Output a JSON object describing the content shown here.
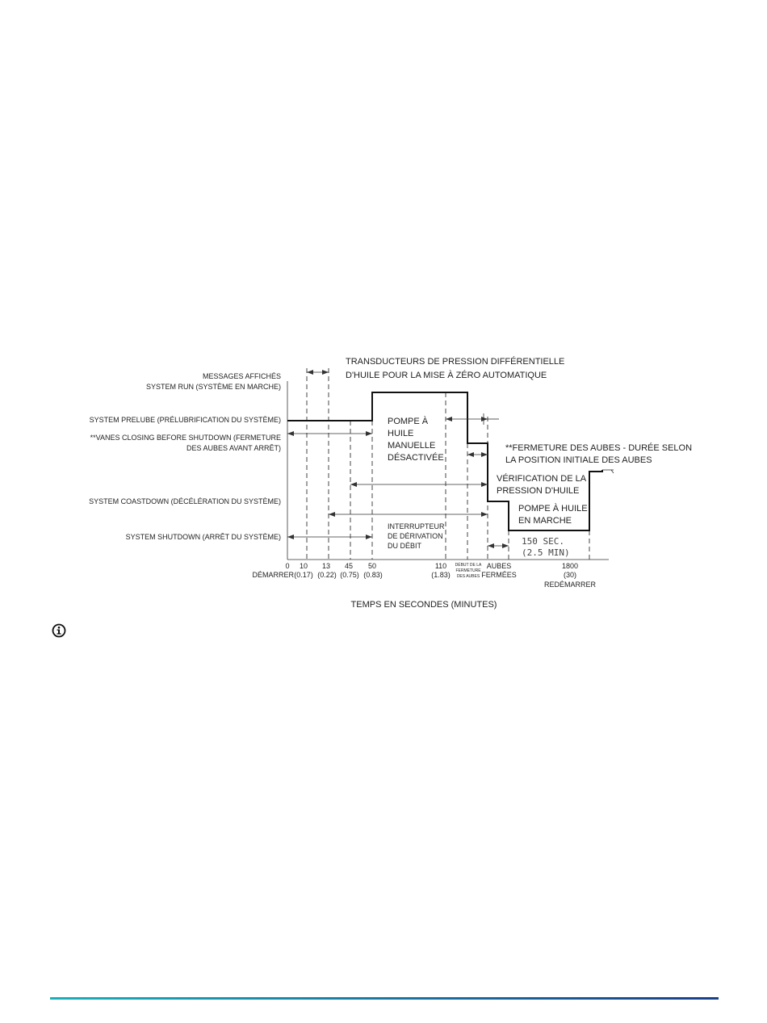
{
  "colors": {
    "footer_gradient_start": "#1ab0b8",
    "footer_gradient_end": "#1a3f8c"
  },
  "icons": {
    "note": "info-circle-icon"
  },
  "diagram": {
    "header_transducers_1": "TRANSDUCTEURS DE PRESSION DIFFÉRENTIELLE",
    "header_transducers_2": "D'HUILE POUR LA MISE À ZÉRO AUTOMATIQUE",
    "messages_label_1": "MESSAGES AFFICHÉS",
    "messages_label_2": "SYSTEM RUN (SYSTÈME EN MARCHE)",
    "row_prelube": "SYSTEM PRELUBE (PRÉLUBRIFICATION DU SYSTÈME)",
    "row_vanes_1": "**VANES CLOSING BEFORE SHUTDOWN (FERMETURE",
    "row_vanes_2": "DES AUBES AVANT ARRÊT)",
    "row_coastdown": "SYSTEM COASTDOWN (DÉCÉLÉRATION DU SYSTÈME)",
    "row_shutdown": "SYSTEM SHUTDOWN (ARRÊT DU SYSTÈME)",
    "pump_manual_1": "POMPE À",
    "pump_manual_2": "HUILE",
    "pump_manual_3": "MANUELLE",
    "pump_manual_4": "DÉSACTIVÉE",
    "vanes_close_duration_1": "**FERMETURE DES AUBES - DURÉE SELON",
    "vanes_close_duration_2": "LA POSITION INITIALE DES AUBES",
    "oil_check_1": "VÉRIFICATION DE LA",
    "oil_check_2": "PRESSION D'HUILE",
    "pump_running_1": "POMPE À HUILE",
    "pump_running_2": "EN MARCHE",
    "flow_switch_1": "INTERRUPTEUR",
    "flow_switch_2": "DE DÉRIVATION",
    "flow_switch_3": "DU DÉBIT",
    "sec_150_1": "150 SEC.",
    "sec_150_2": "(2.5 MIN)",
    "tick_0": "0",
    "tick_10": "10",
    "tick_13": "13",
    "tick_45": "45",
    "tick_50": "50",
    "tick_110": "110",
    "tick_1800": "1800",
    "tick_sub_start": "DÉMARRER",
    "tick_sub_10": "(0.17)",
    "tick_sub_13": "(0.22)",
    "tick_sub_45": "(0.75)",
    "tick_sub_50": "(0.83)",
    "tick_sub_110": "(1.83)",
    "tick_sub_1800": "(30)",
    "tick_restart": "REDÉMARRER",
    "vanes_start_1": "DÉBUT DE LA",
    "vanes_start_2": "FERMETURE",
    "vanes_start_3": "DES AUBES",
    "vanes_closed_1": "AUBES",
    "vanes_closed_2": "FERMÉES",
    "x_axis_title": "TEMPS EN SECONDES (MINUTES)"
  }
}
